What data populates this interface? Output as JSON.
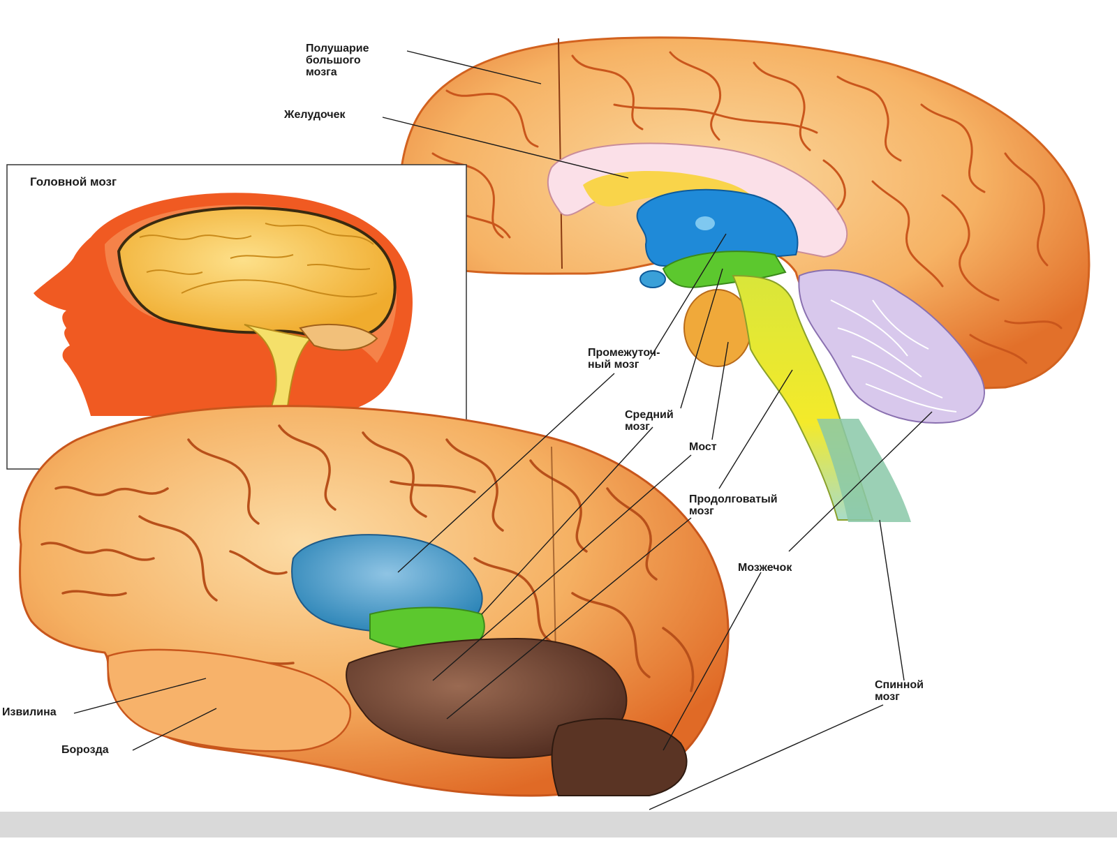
{
  "inset": {
    "title": "Головной мозг"
  },
  "labels": {
    "hemisphere": "Полушарие\nбольшого\nмозга",
    "ventricle": "Желудочек",
    "diencephalon": "Промежуточ-\nный мозг",
    "midbrain": "Средний\nмозг",
    "pons": "Мост",
    "medulla": "Продолговатый\nмозг",
    "cerebellum": "Мозжечок",
    "spinal_cord": "Спинной\nмозг",
    "gyrus": "Извилина",
    "sulcus": "Борозда"
  },
  "colors": {
    "cortex": "#f7b96a",
    "cortex_dark": "#e07a2c",
    "sulcus_line": "#c8561c",
    "head": "#f05a22",
    "inset_brain": "#f6c84a",
    "ventricle": "#fde6ef",
    "diencephalon": "#1f8ad8",
    "midbrain": "#5cc82e",
    "pons": "#f0a93a",
    "medulla": "#f2e62a",
    "cerebellum": "#d8c8ec",
    "brainstem_dark": "#6e3e2c",
    "bottom_bar": "#d9d9d9"
  }
}
